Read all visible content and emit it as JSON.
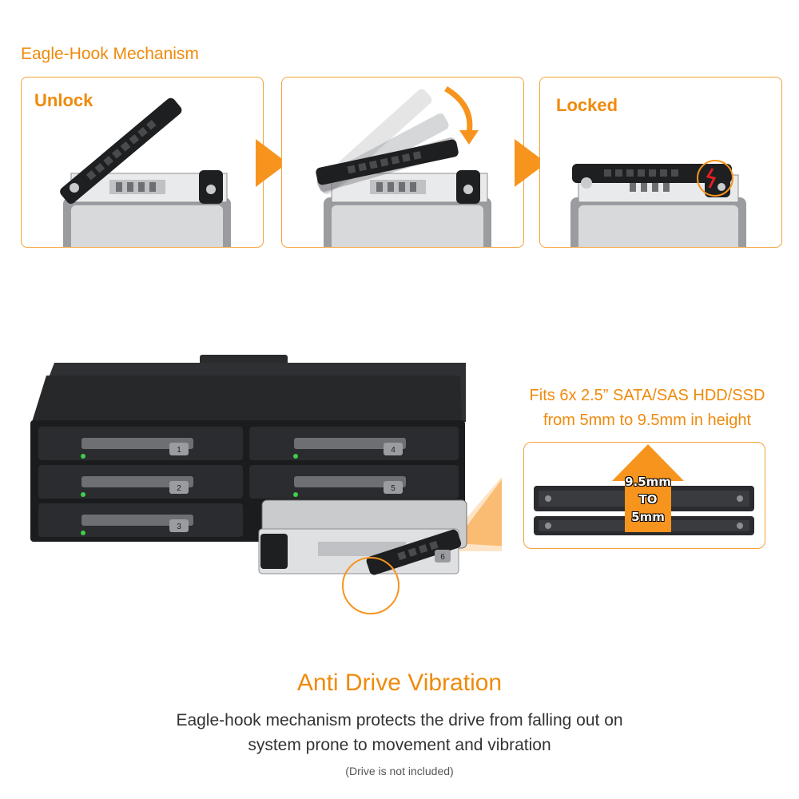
{
  "mechanism": {
    "title": "Eagle-Hook Mechanism",
    "steps": [
      {
        "label": "Unlock"
      },
      {
        "label": ""
      },
      {
        "label": "Locked"
      }
    ]
  },
  "fits": {
    "line1": "Fits 6x 2.5” SATA/SAS HDD/SSD",
    "line2": "from 5mm to 9.5mm in height"
  },
  "height_arrow": {
    "top": "9.5mm",
    "mid": "TO",
    "bottom": "5mm"
  },
  "bays": [
    "1",
    "2",
    "3",
    "4",
    "5",
    "6"
  ],
  "feature": {
    "headline": "Anti Drive Vibration",
    "line1": "Eagle-hook mechanism protects the drive from falling out on",
    "line2": "system prone to movement and vibration",
    "note": "(Drive is not included)"
  },
  "colors": {
    "accent": "#f7941d",
    "accent_text": "#f08a0c",
    "metal_dark": "#1e1f21",
    "drive_silver": "#c9cbcd"
  }
}
